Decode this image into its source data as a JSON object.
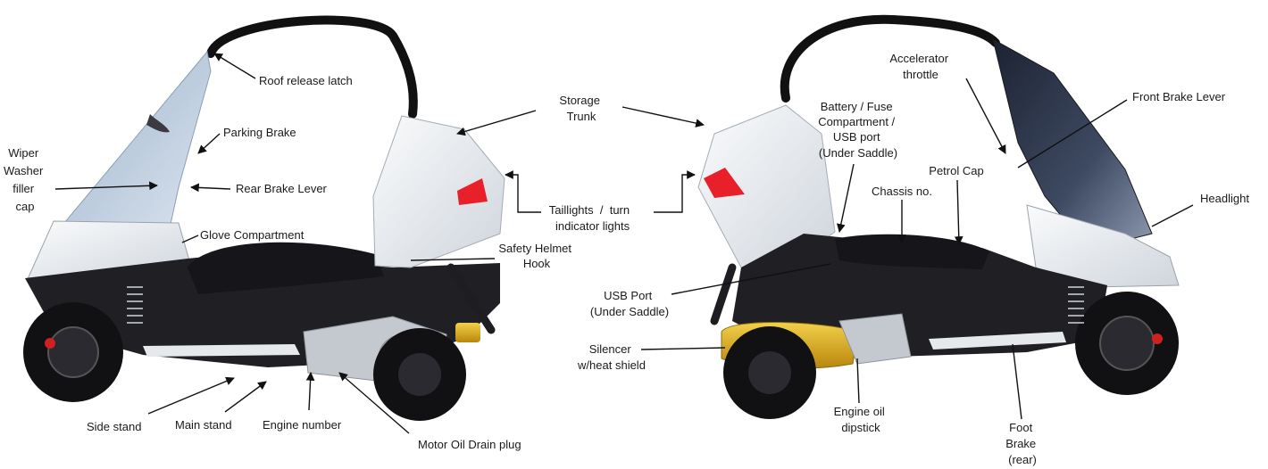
{
  "labels": {
    "roof_release_latch": [
      "Roof release latch"
    ],
    "parking_brake": [
      "Parking Brake"
    ],
    "wiper_washer_filler_cap": [
      "Wiper",
      "Washer",
      "filler",
      "cap"
    ],
    "rear_brake_lever": [
      "Rear Brake Lever"
    ],
    "glove_compartment": [
      "Glove Compartment"
    ],
    "storage_trunk": [
      "Storage",
      "Trunk"
    ],
    "taillights_turn_indicator": [
      "Taillights  /  turn",
      "indicator lights"
    ],
    "safety_helmet_hook": [
      "Safety Helmet",
      "Hook"
    ],
    "usb_port_under_saddle": [
      "USB Port",
      "(Under Saddle)"
    ],
    "silencer_heat_shield": [
      "Silencer",
      "w/heat shield"
    ],
    "battery_fuse_compartment": [
      "Battery / Fuse",
      "Compartment /",
      "USB port",
      "(Under Saddle)"
    ],
    "accelerator_throttle": [
      "Accelerator",
      "throttle"
    ],
    "front_brake_lever": [
      "Front Brake Lever"
    ],
    "chassis_no": [
      "Chassis no."
    ],
    "petrol_cap": [
      "Petrol Cap"
    ],
    "headlight": [
      "Headlight"
    ],
    "side_stand": [
      "Side stand"
    ],
    "main_stand": [
      "Main stand"
    ],
    "engine_number": [
      "Engine number"
    ],
    "motor_oil_drain_plug": [
      "Motor Oil Drain plug"
    ],
    "engine_oil_dipstick": [
      "Engine oil",
      "dipstick"
    ],
    "foot_brake_rear": [
      "Foot",
      "Brake",
      "(rear)"
    ]
  },
  "colors": {
    "body_white": "#eef1f4",
    "body_dark": "#1e1e22",
    "windshield_left": "#b9c9dc",
    "windshield_right": "#2c3446",
    "taillight": "#e8202a",
    "silencer": "#e0b020",
    "engine_silver": "#c4c9cf",
    "wheel": "#111114"
  }
}
